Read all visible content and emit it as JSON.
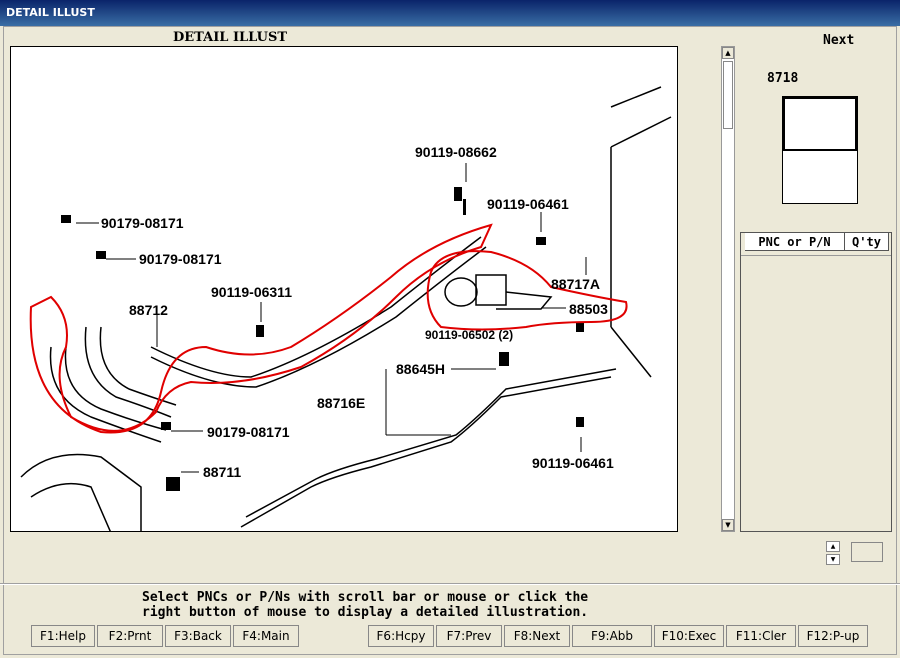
{
  "window": {
    "title": "DETAIL ILLUST"
  },
  "illustration": {
    "title": "DETAIL ILLUST",
    "labels": [
      "90119-08662",
      "90119-06461",
      "90179-08171",
      "90179-08171",
      "90119-06311",
      "88712",
      "88717A",
      "88503",
      "90119-06502 (2)",
      "88645H",
      "88716E",
      "90179-08171",
      "88711",
      "90119-06461"
    ],
    "highlight_color": "#e00000"
  },
  "side": {
    "next_label": "Next",
    "sheet_id": "8718",
    "table_headers": [
      "PNC or P/N",
      "Q'ty"
    ]
  },
  "message": {
    "line1": "Select PNCs or P/Ns with scroll bar or mouse or click the",
    "line2": "right button of mouse to display a detailed illustration."
  },
  "function_keys": {
    "f1": "F1:Help",
    "f2": "F2:Prnt",
    "f3": "F3:Back",
    "f4": "F4:Main",
    "f6": "F6:Hcpy",
    "f7": "F7:Prev",
    "f8": "F8:Next",
    "f9": "F9:Abb",
    "f10": "F10:Exec",
    "f11": "F11:Cler",
    "f12": "F12:P-up"
  }
}
